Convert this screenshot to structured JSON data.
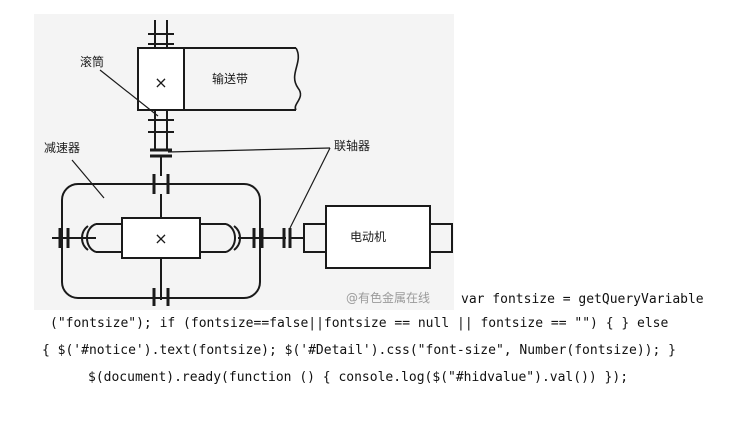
{
  "diagram": {
    "labels": {
      "drum": "滚筒",
      "conveyor_belt": "输送带",
      "reducer": "减速器",
      "coupling": "联轴器",
      "motor": "电动机"
    },
    "symbols": {
      "drum_cross": "×",
      "gear_cross": "×"
    }
  },
  "watermark": "@有色金属在线",
  "code": {
    "line1": "var fontsize = getQueryVariable",
    "line2": "(\"fontsize\"); if (fontsize==false||fontsize == null || fontsize == \"\") { } else",
    "line3": "{ $('#notice').text(fontsize); $('#Detail').css(\"font-size\", Number(fontsize)); }",
    "line4": "$(document).ready(function () { console.log($(\"#hidvalue\").val()) });"
  }
}
